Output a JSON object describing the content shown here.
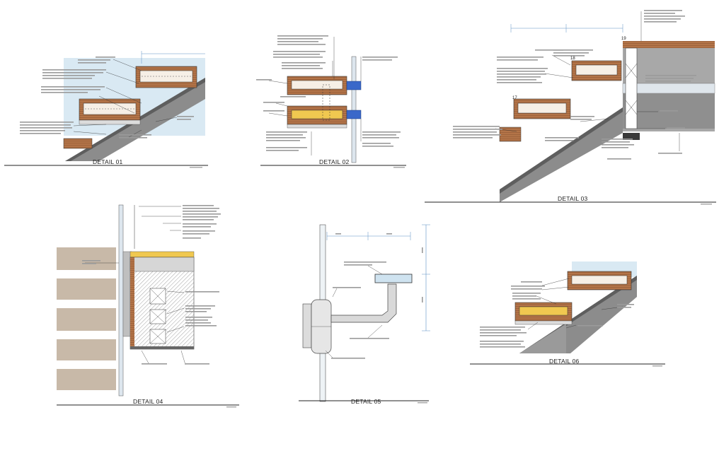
{
  "sheet": {
    "details": [
      {
        "id": "detail-01",
        "title": "DETAIL 01"
      },
      {
        "id": "detail-02",
        "title": "DETAIL 02"
      },
      {
        "id": "detail-03",
        "title": "DETAIL 03"
      },
      {
        "id": "detail-04",
        "title": "DETAIL 04"
      },
      {
        "id": "detail-05",
        "title": "DETAIL 05"
      },
      {
        "id": "detail-06",
        "title": "DETAIL 06"
      }
    ],
    "step_numbers": [
      "17",
      "18",
      "19"
    ]
  },
  "colors": {
    "timber": "#a0633c",
    "timber_light": "#c98b5e",
    "concrete": "#8c8c8c",
    "concrete_dark": "#5e5e5e",
    "panel": "#c8b9a8",
    "glass": "#cfe3f0",
    "insulation": "#f0c850",
    "steel": "#3a68c9",
    "line": "#333333"
  }
}
